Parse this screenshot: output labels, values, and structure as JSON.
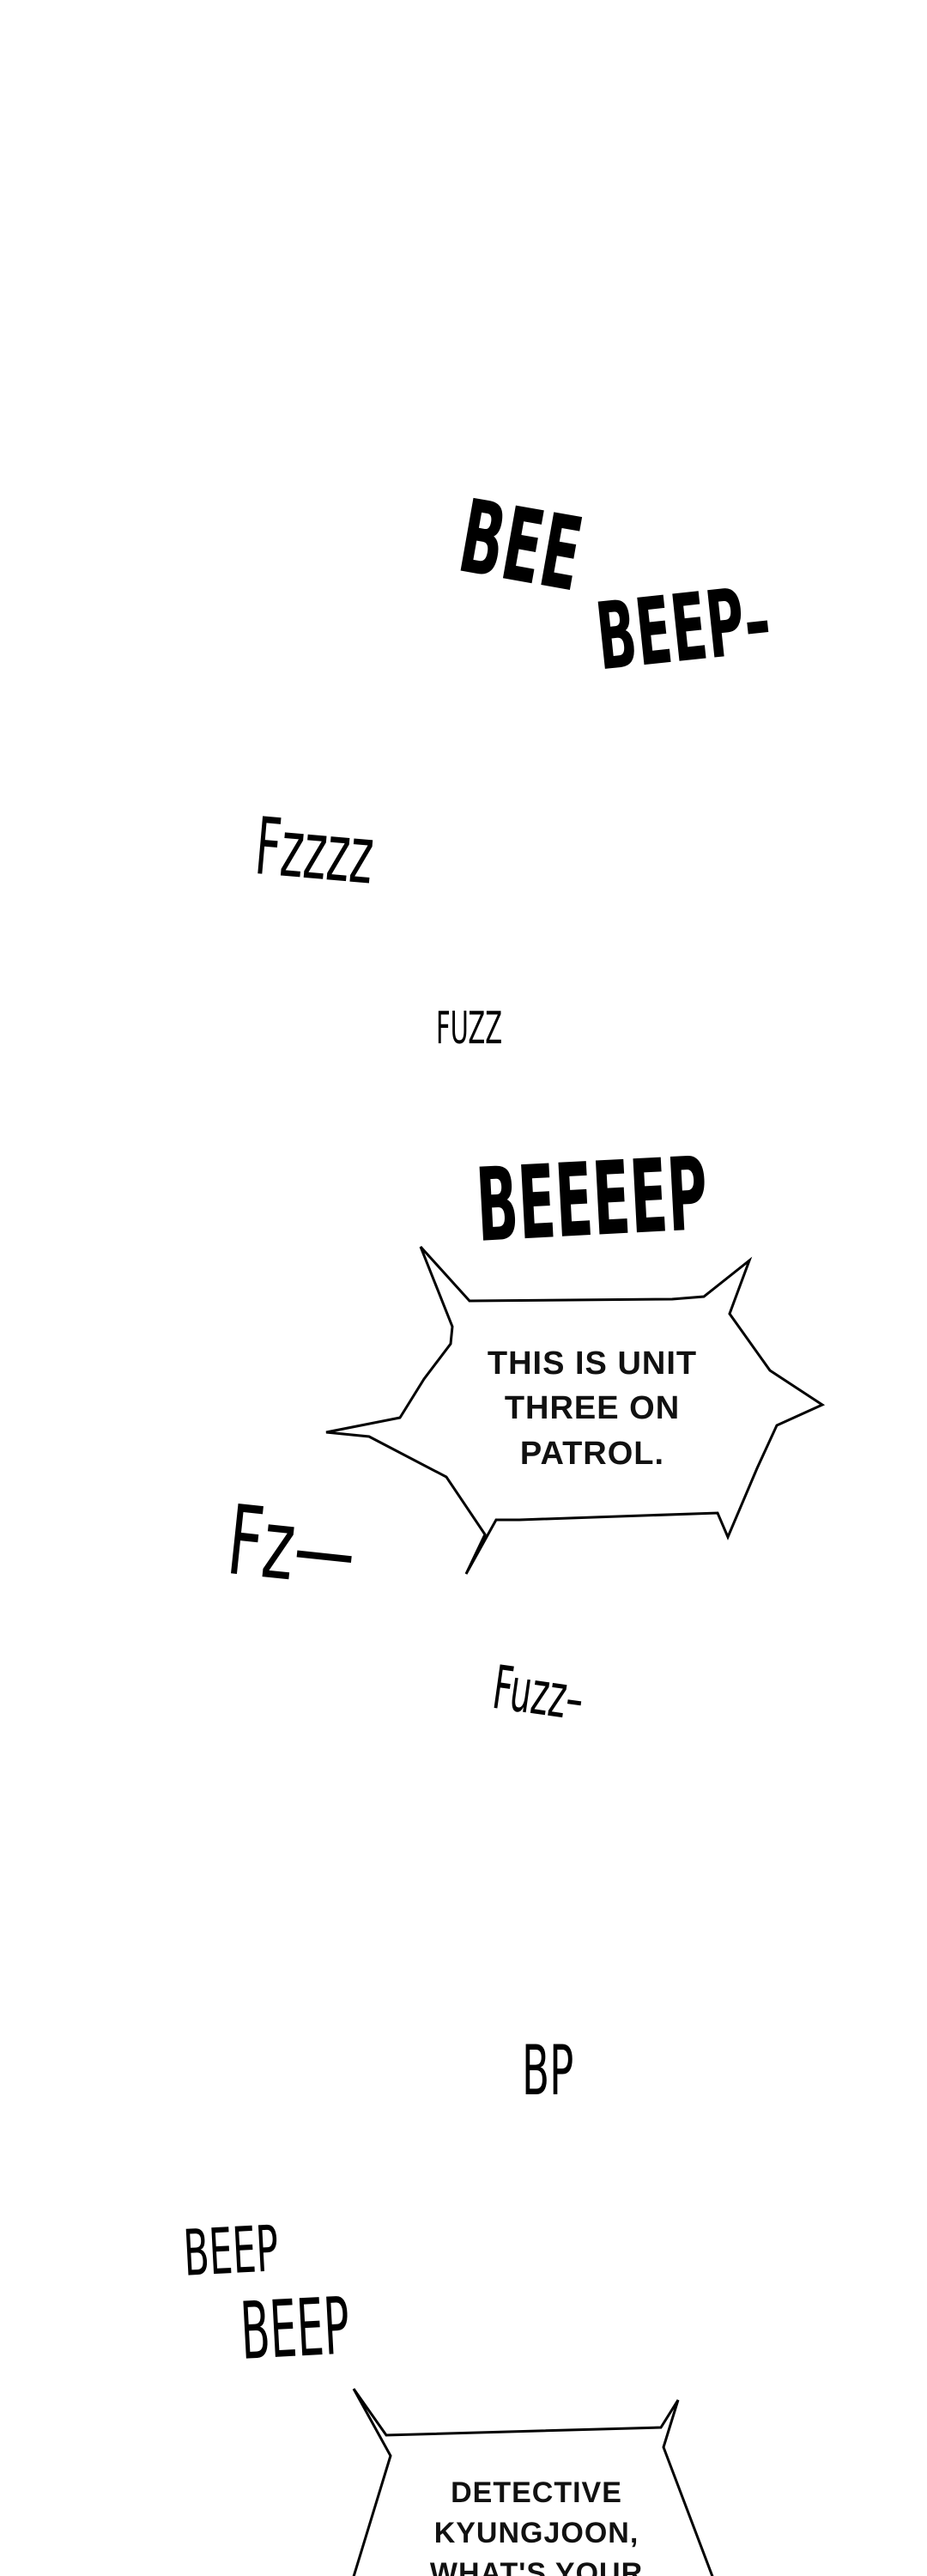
{
  "sound_effects": {
    "bee": "BEE",
    "beep_dash": "BEEP–",
    "fzzzz": "Fzzzz",
    "fuzz": "FUZZ",
    "beeeeep": "BEEEEP",
    "fz_dash": "Fz—",
    "fuzz_dash": "Fuzz–",
    "bp": "BP",
    "beep_1": "BEEP",
    "beep_2": "BEEP"
  },
  "bubbles": [
    {
      "lines": [
        "THIS IS UNIT",
        "THREE ON",
        "PATROL."
      ]
    },
    {
      "lines": [
        "DETECTIVE",
        "KYUNGJOON,",
        "WHAT'S YOUR"
      ]
    }
  ]
}
